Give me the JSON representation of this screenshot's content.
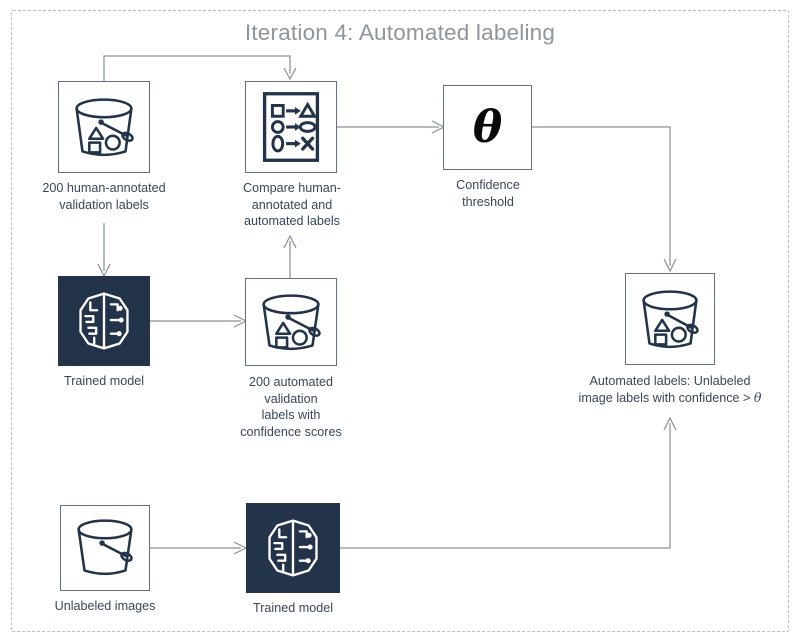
{
  "diagram": {
    "title": "Iteration 4: Automated labeling",
    "frame_style": "dashed",
    "colors": {
      "title": "#8d959d",
      "text": "#37475c",
      "node_border": "#5f7083",
      "node_dark_fill": "#22334a",
      "connector": "#8a929b",
      "frame_border": "#b9bfc6",
      "background": "#ffffff"
    }
  },
  "nodes": {
    "human_labels": {
      "icon": "bucket-with-shapes-icon",
      "caption": "200 human-annotated\nvalidation labels"
    },
    "compare": {
      "icon": "compare-labels-icon",
      "caption": "Compare human-\nannotated and\nautomated labels"
    },
    "threshold": {
      "icon": "theta-symbol",
      "symbol": "θ",
      "caption": "Confidence\nthreshold"
    },
    "trained_model_top": {
      "icon": "brain-circuit-icon",
      "caption": "Trained model"
    },
    "auto_validation_labels": {
      "icon": "bucket-with-shapes-icon",
      "caption": "200 automated\nvalidation\nlabels with\nconfidence scores"
    },
    "automated_labels": {
      "icon": "bucket-with-shapes-icon",
      "caption_line1": "Automated labels: Unlabeled",
      "caption_line2_pre": "image labels with confidence > ",
      "caption_line2_symbol": "θ"
    },
    "unlabeled_images": {
      "icon": "bucket-plain-icon",
      "caption": "Unlabeled images"
    },
    "trained_model_bottom": {
      "icon": "brain-circuit-icon",
      "caption": "Trained model"
    }
  },
  "compare_rows": [
    {
      "left": "square",
      "arrow": "→",
      "right": "triangle"
    },
    {
      "left": "circle",
      "arrow": "→",
      "right": "ellipse"
    },
    {
      "left": "oval",
      "arrow": "→",
      "right": "cross"
    }
  ],
  "connectors": [
    {
      "from": "human_labels",
      "to": "compare",
      "path": "top-loop"
    },
    {
      "from": "human_labels",
      "to": "trained_model_top",
      "path": "down"
    },
    {
      "from": "trained_model_top",
      "to": "auto_validation_labels",
      "path": "right"
    },
    {
      "from": "auto_validation_labels",
      "to": "compare",
      "path": "up"
    },
    {
      "from": "compare",
      "to": "threshold",
      "path": "right"
    },
    {
      "from": "threshold",
      "to": "automated_labels",
      "path": "right-down"
    },
    {
      "from": "unlabeled_images",
      "to": "trained_model_bottom",
      "path": "right"
    },
    {
      "from": "trained_model_bottom",
      "to": "automated_labels",
      "path": "right-up"
    }
  ]
}
